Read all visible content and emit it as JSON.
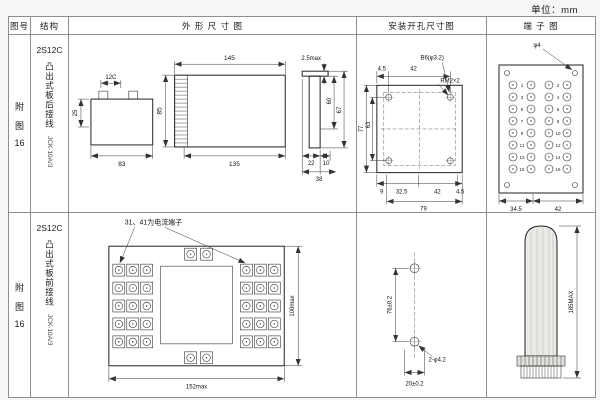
{
  "unit_label": "单位：mm",
  "header": {
    "fig_no": "图号",
    "structure": "结构",
    "outline": "外 形 尺 寸 图",
    "install": "安装开孔尺寸图",
    "terminal": "端 子 图"
  },
  "row1": {
    "fig": [
      "附",
      "图",
      "16"
    ],
    "model": "2S12C",
    "mount": "凸出式板后接线",
    "type": "JCK-10A/3",
    "outline": {
      "d12c": "12C",
      "d25": "25",
      "d83": "83",
      "d85": "85",
      "d145": "145",
      "d135": "135",
      "d25max": "2.5max",
      "d67": "67",
      "d60": "60",
      "d22": "22",
      "d10": "10",
      "d38": "38"
    },
    "install": {
      "d45_top": "4.5",
      "d42_top": "42",
      "screw": "B6(φ3.2)",
      "nut": "RM2×2",
      "d77": "77",
      "d63": "63",
      "d9": "9",
      "d325": "32.5",
      "d42_bottom": "42",
      "d45_bottom": "4.5",
      "d79": "79"
    },
    "terminal": {
      "phi4": "φ4",
      "d345": "34.5",
      "d42": "42",
      "numbers": [
        "1",
        "2",
        "3",
        "4",
        "5",
        "6",
        "7",
        "8",
        "9",
        "10",
        "11",
        "12",
        "13",
        "14",
        "15",
        "16"
      ]
    }
  },
  "row2": {
    "fig": [
      "附",
      "图",
      "16"
    ],
    "model": "2S12C",
    "mount": "凸出式板前接线",
    "type": "JCK-10A/3",
    "outline": {
      "note": "31、41为电流端子",
      "d100": "100max",
      "d152": "152max"
    },
    "install": {
      "d76": "76±0.2",
      "holes": "2-φ4.2",
      "d20": "20±0.2"
    },
    "terminal": {
      "d185": "185MAX"
    }
  }
}
